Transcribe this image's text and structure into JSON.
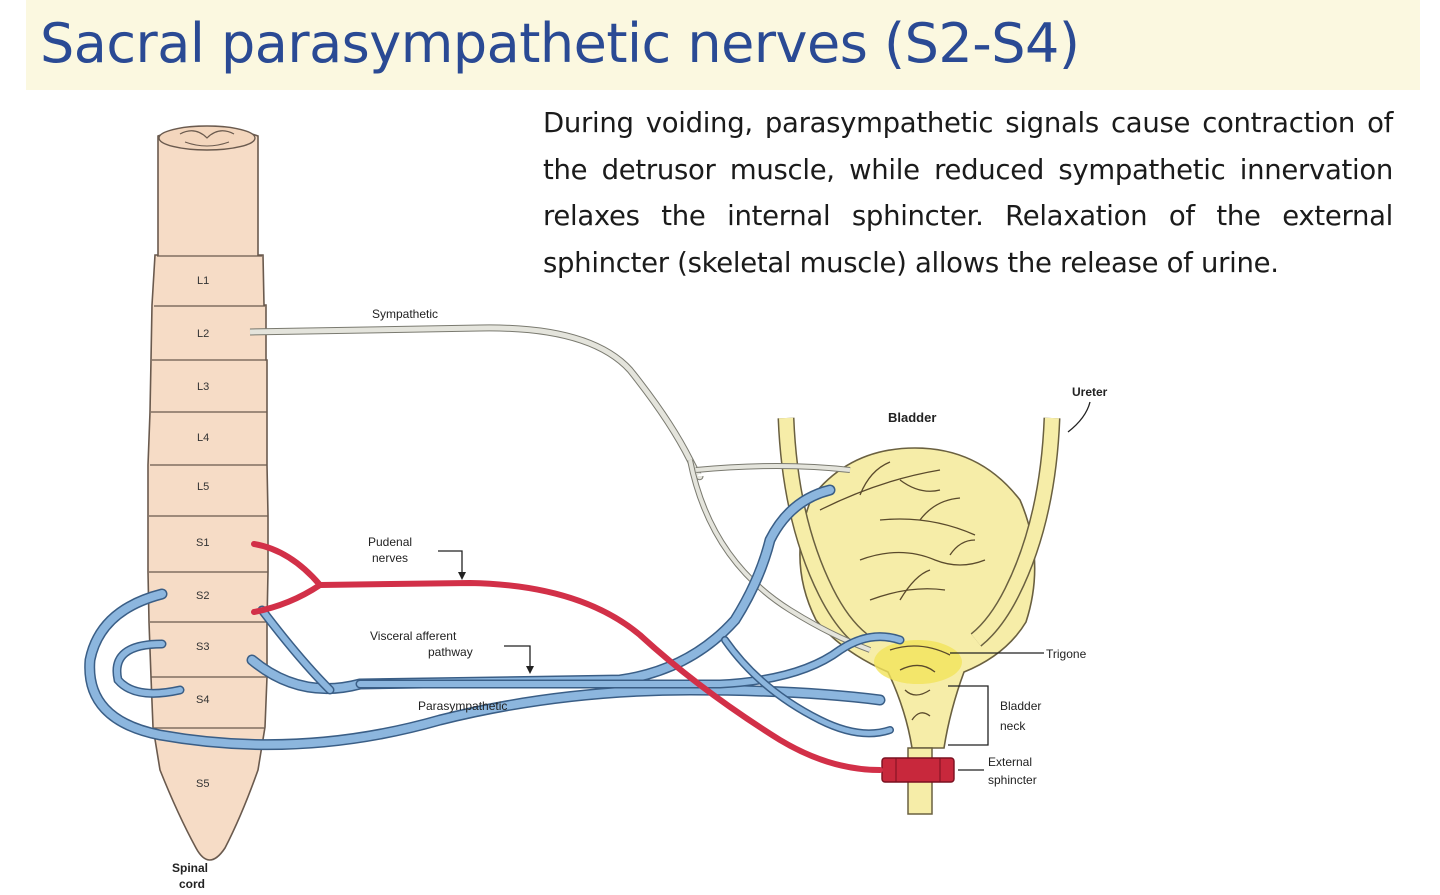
{
  "slide": {
    "title": "Sacral parasympathetic nerves (S2-S4)",
    "paragraph": "During voiding, parasympathetic signals cause contraction of the detrusor muscle, while reduced sympathetic innervation relaxes the internal sphincter. Relaxation of the external sphincter (skeletal muscle) allows the release of urine."
  },
  "diagram": {
    "segments": [
      "L1",
      "L2",
      "L3",
      "L4",
      "L5",
      "S1",
      "S2",
      "S3",
      "S4",
      "S5"
    ],
    "labels": {
      "spinal_cord_1": "Spinal",
      "spinal_cord_2": "cord",
      "sympathetic": "Sympathetic",
      "pudendal_1": "Pudenal",
      "pudendal_2": "nerves",
      "visceral_1": "Visceral afferent",
      "visceral_2": "pathway",
      "parasympathetic": "Parasympathetic",
      "bladder": "Bladder",
      "ureter": "Ureter",
      "trigone": "Trigone",
      "bladder_neck_1": "Bladder",
      "bladder_neck_2": "neck",
      "external_sphincter_1": "External",
      "external_sphincter_2": "sphincter"
    },
    "colors": {
      "spinal_cord": "#f6dcc6",
      "bladder": "#f6eda8",
      "trigone": "#f2e45a",
      "pudendal_nerve": "#d23048",
      "parasympathetic_nerve": "#6f9fd0",
      "sympathetic_nerve": "#d9d9d2",
      "sphincter": "#c8283c",
      "title": "#2a4a94"
    }
  }
}
